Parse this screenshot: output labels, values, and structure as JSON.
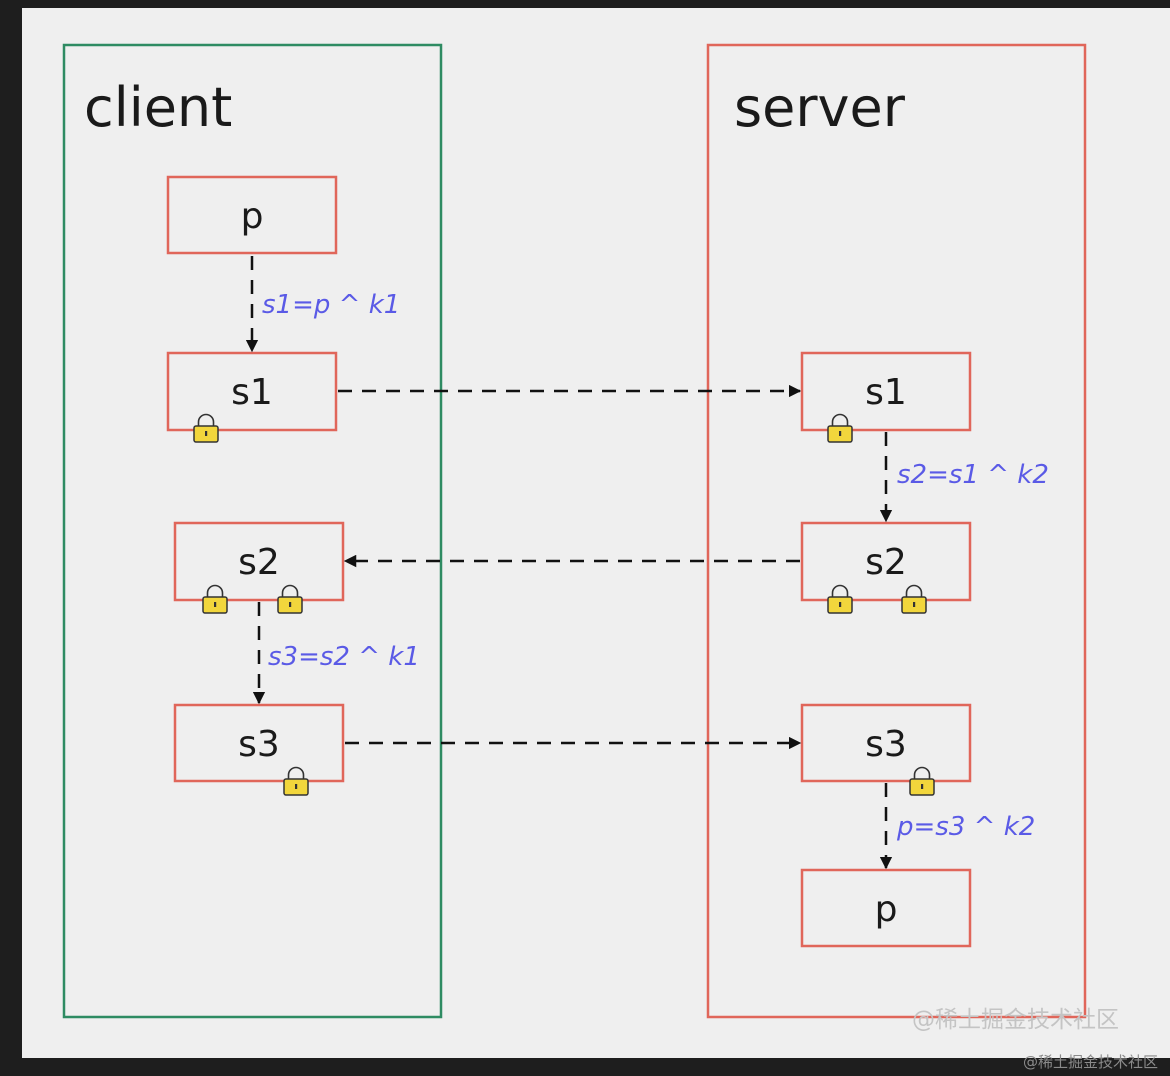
{
  "lanes": {
    "client": "client",
    "server": "server"
  },
  "client": {
    "p": "p",
    "s1": "s1",
    "s2": "s2",
    "s3": "s3",
    "f1": "s1=p ^ k1",
    "f3": "s3=s2 ^ k1"
  },
  "server": {
    "s1": "s1",
    "s2": "s2",
    "s3": "s3",
    "p": "p",
    "f2": "s2=s1 ^ k2",
    "f4": "p=s3 ^ k2"
  },
  "watermark": {
    "inner": "@稀土掘金技术社区",
    "outer": "@稀土掘金技术社区"
  },
  "colors": {
    "client_border": "#2e8b62",
    "server_border": "#e0665a",
    "box_border": "#e0665a",
    "formula": "#5a5ae6",
    "lock": "#f2d63c"
  }
}
